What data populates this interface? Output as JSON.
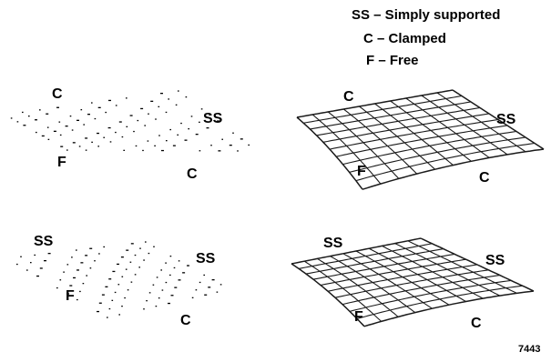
{
  "legend": {
    "items": [
      {
        "code": "SS",
        "meaning": "Simply supported",
        "text": "SS – Simply supported"
      },
      {
        "code": "C",
        "meaning": "Clamped",
        "text": "C – Clamped"
      },
      {
        "code": "F",
        "meaning": "Free",
        "text": "F – Free"
      }
    ]
  },
  "panels": [
    {
      "style": "sparse-dots",
      "labels": {
        "back": "C",
        "right": "SS",
        "front": "F",
        "bottom": "C"
      }
    },
    {
      "style": "deformed-mesh",
      "labels": {
        "back": "C",
        "right": "SS",
        "front": "F",
        "bottom": "C"
      }
    },
    {
      "style": "sparse-dots",
      "labels": {
        "back": "SS",
        "right": "SS",
        "front": "F",
        "bottom": "C"
      }
    },
    {
      "style": "deformed-mesh",
      "labels": {
        "back": "SS",
        "right": "SS",
        "front": "F",
        "bottom": "C"
      }
    }
  ],
  "figure_number": "7443",
  "colors": {
    "ink": "#000000",
    "background": "#ffffff"
  }
}
